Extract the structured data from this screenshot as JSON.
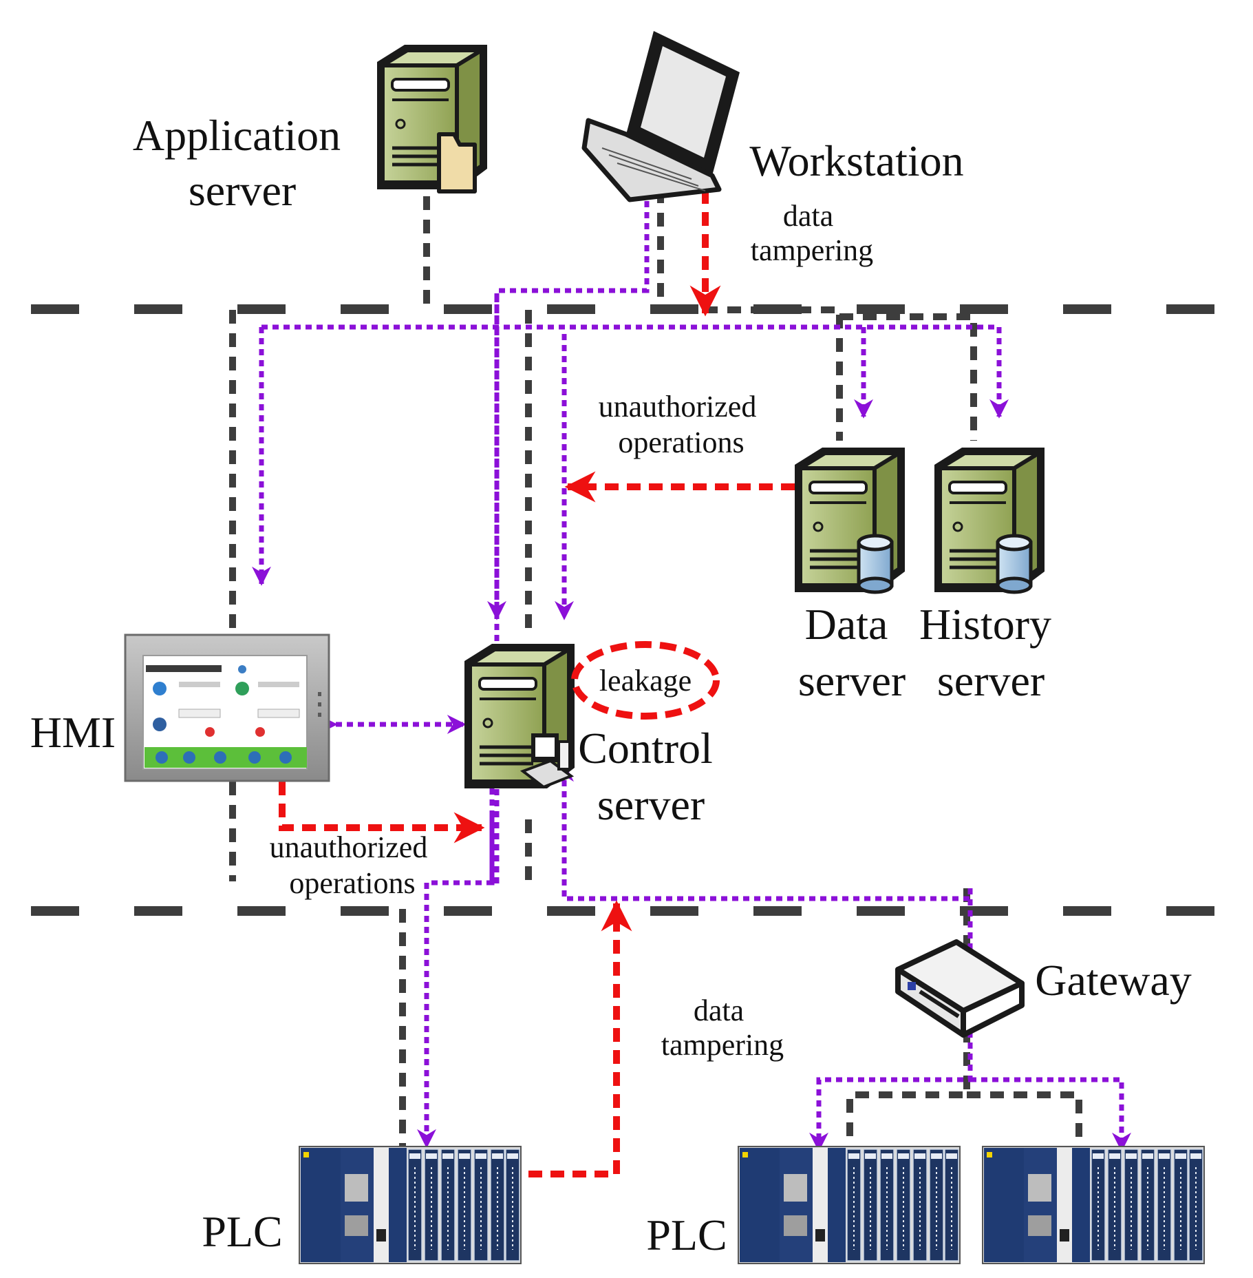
{
  "devices": {
    "application_server": {
      "label_lines": [
        "Application",
        "server"
      ]
    },
    "workstation": {
      "label": "Workstation"
    },
    "data_server": {
      "label_lines": [
        "Data",
        "server"
      ]
    },
    "history_server": {
      "label_lines": [
        "History",
        "server"
      ]
    },
    "hmi": {
      "label": "HMI"
    },
    "control_server": {
      "label_lines": [
        "Control",
        "server"
      ]
    },
    "gateway": {
      "label": "Gateway"
    },
    "plc_left": {
      "label": "PLC"
    },
    "plc_right": {
      "label": "PLC"
    }
  },
  "annotations": {
    "tampering_top": [
      "data",
      "tampering"
    ],
    "unauth_top": [
      "unauthorized",
      "operations"
    ],
    "leakage": "leakage",
    "unauth_bottom": [
      "unauthorized",
      "operations"
    ],
    "tampering_bottom": [
      "data",
      "tampering"
    ]
  },
  "colors": {
    "normal_link": "#3d3d3d",
    "control_flow": "#8b10d8",
    "attack": "#ee1111",
    "server_body": "#a3b56a",
    "outline": "#1a1a1a",
    "plc_body": "#1f3b73",
    "background": "#ffffff"
  }
}
